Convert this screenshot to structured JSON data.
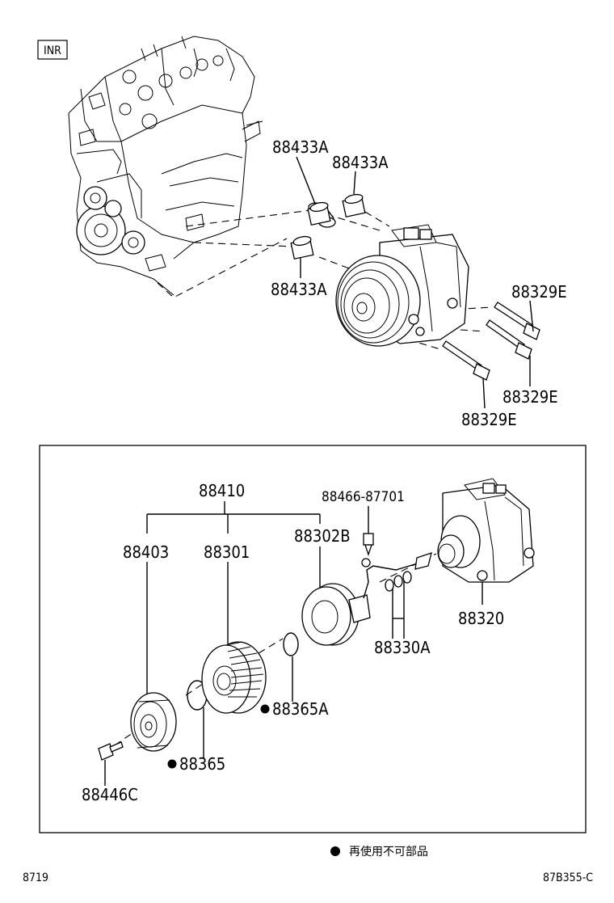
{
  "engine_badge": "INR",
  "labels": {
    "bushing_1": "88433A",
    "bushing_2": "88433A",
    "bushing_3": "88433A",
    "bolt_1": "88329E",
    "bolt_2": "88329E",
    "bolt_3": "88329E",
    "clutch_assy": "88410",
    "hub": "88403",
    "pulley": "88301",
    "stator": "88302B",
    "screw": "88466-87701",
    "compressor": "88320",
    "shim": "88330A",
    "snap_ring_a": "88365A",
    "snap_ring": "88365",
    "bolt_hub": "88446C"
  },
  "legend": {
    "text": "再使用不可部品"
  },
  "footer": {
    "left_code": "8719",
    "right_code": "87B355-C"
  }
}
